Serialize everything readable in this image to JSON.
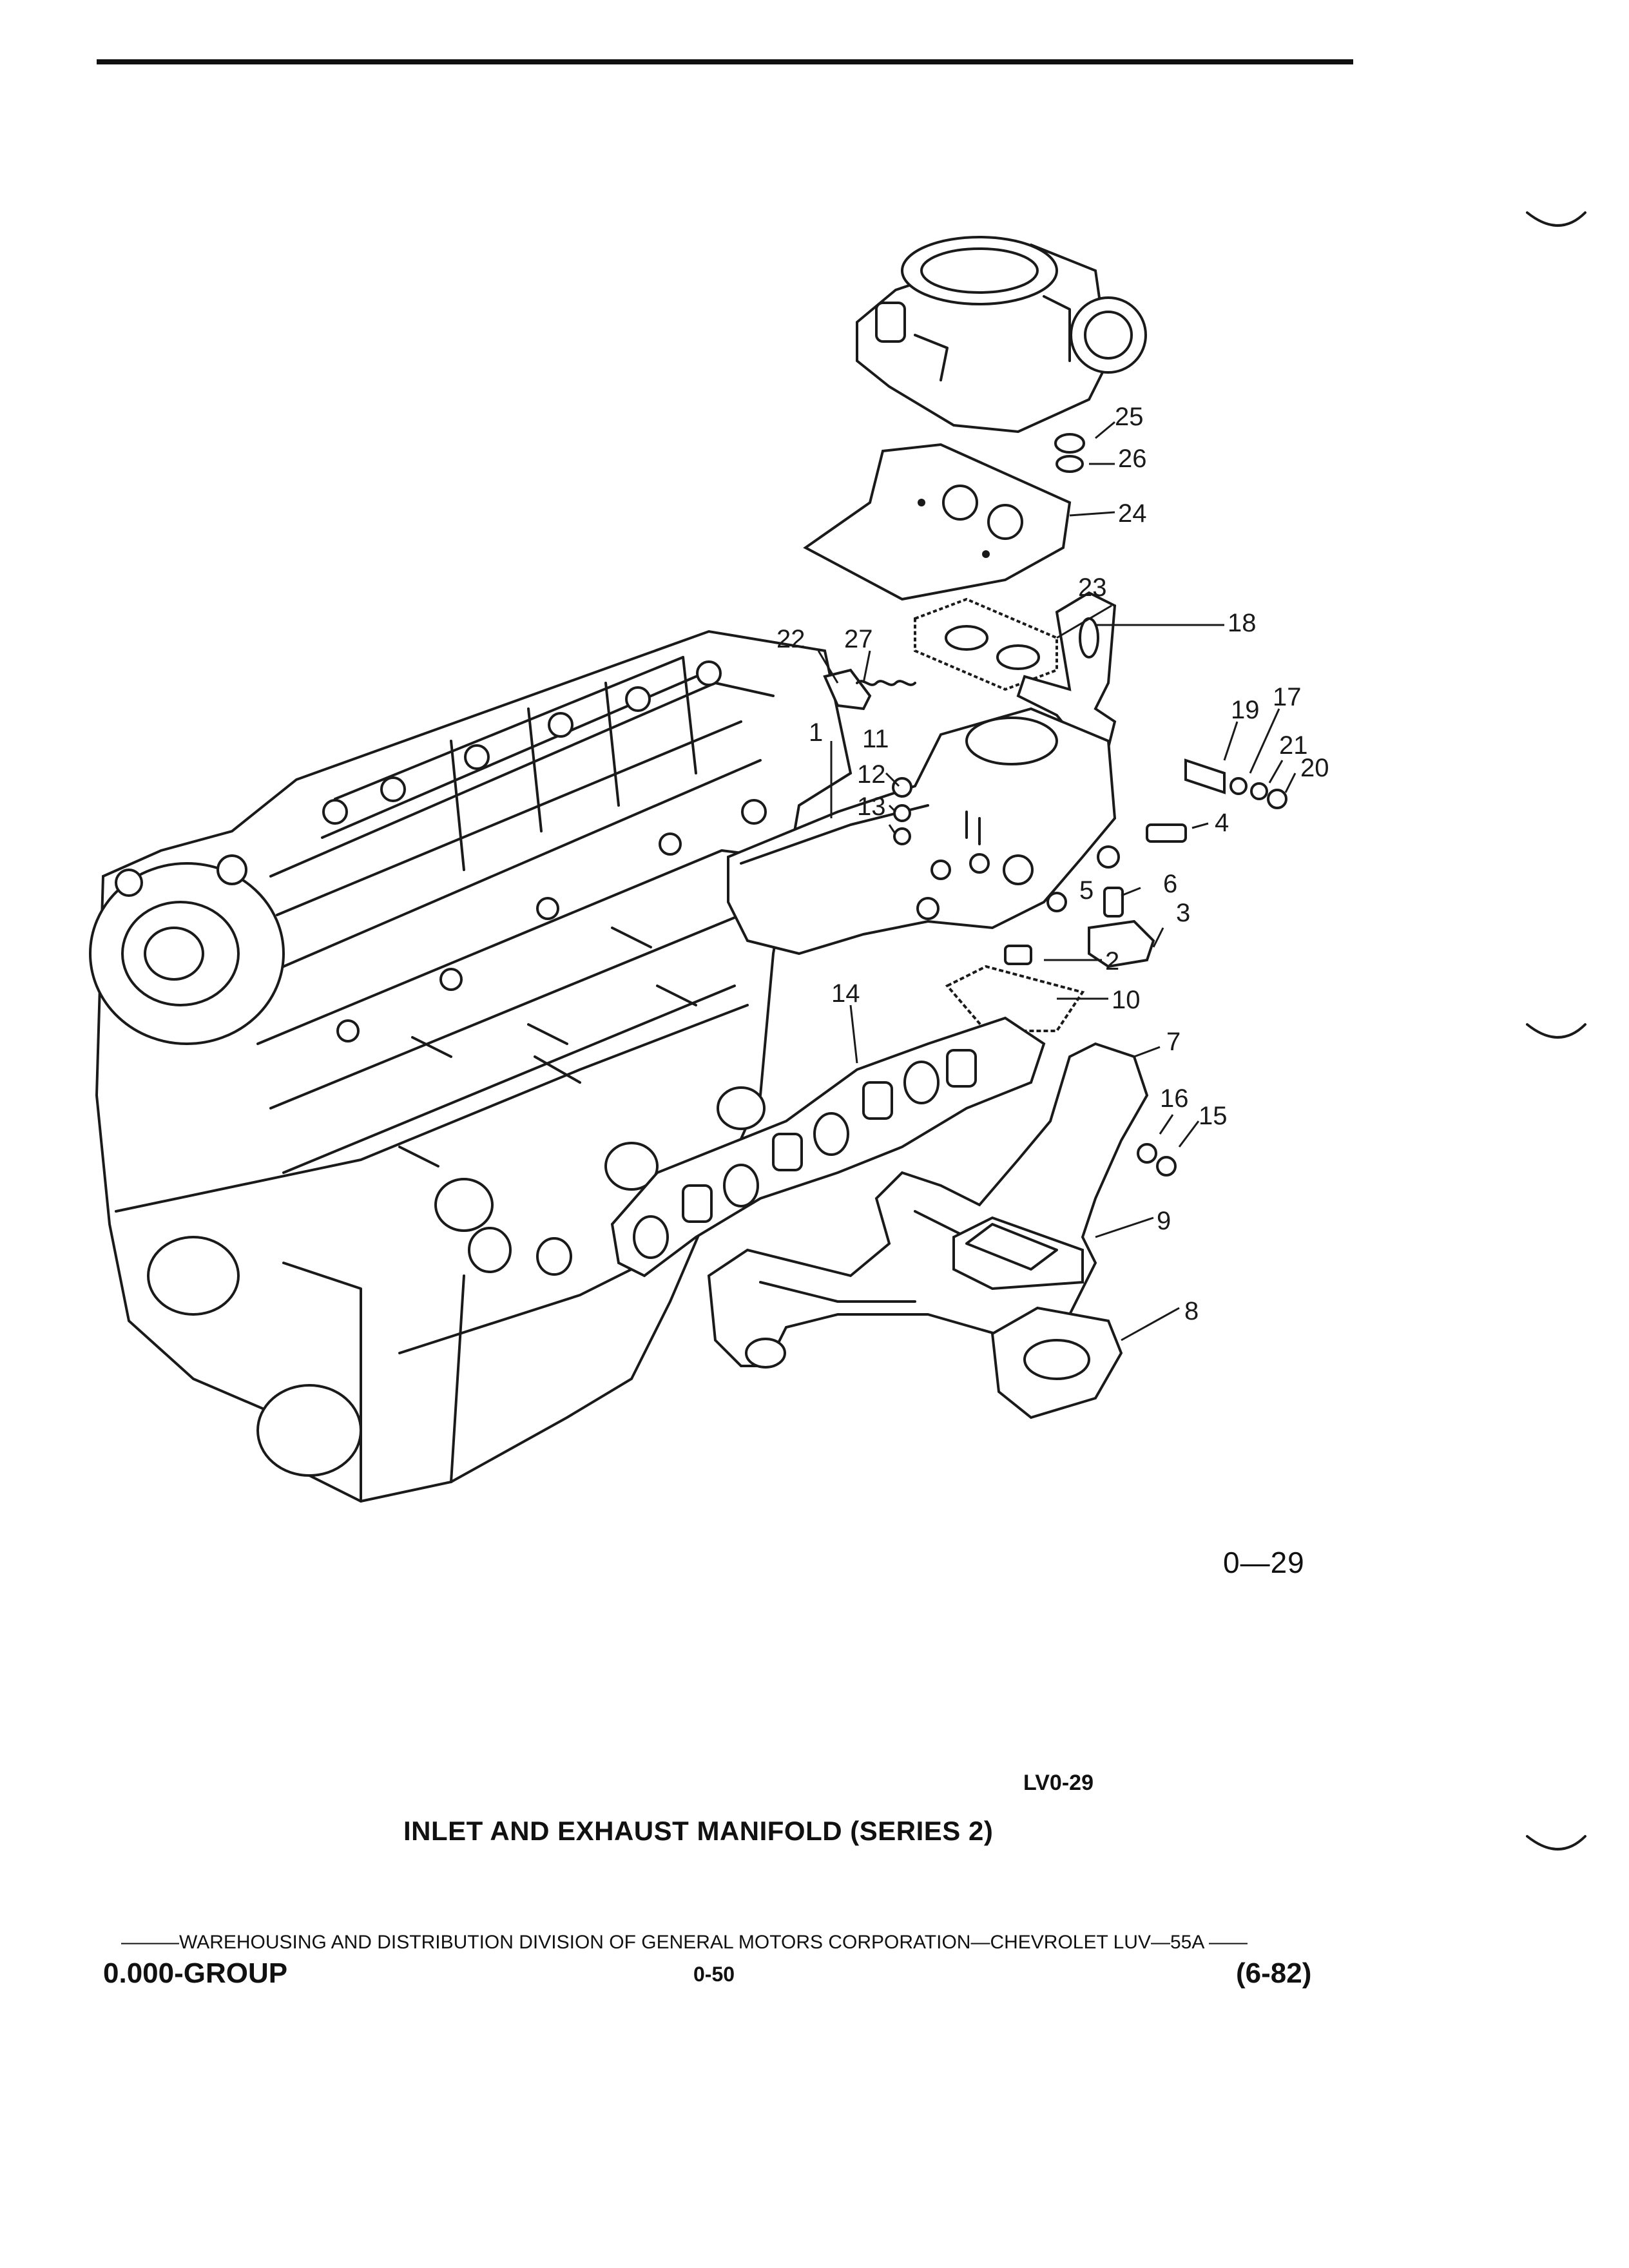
{
  "figure": {
    "reference": "0—29",
    "code": "LV0-29",
    "title": "INLET AND EXHAUST MANIFOLD (SERIES 2)",
    "callouts": [
      "1",
      "2",
      "3",
      "4",
      "5",
      "6",
      "7",
      "8",
      "9",
      "10",
      "11",
      "12",
      "13",
      "14",
      "15",
      "16",
      "17",
      "18",
      "19",
      "20",
      "21",
      "22",
      "23",
      "24",
      "25",
      "26",
      "27"
    ]
  },
  "footer": {
    "line": "———WAREHOUSING AND DISTRIBUTION DIVISION OF GENERAL MOTORS CORPORATION—CHEVROLET LUV—55A ——",
    "group": "0.000-GROUP",
    "page": "0-50",
    "date": "(6-82)"
  },
  "colors": {
    "ink": "#1a1a1a",
    "paper": "#ffffff"
  }
}
